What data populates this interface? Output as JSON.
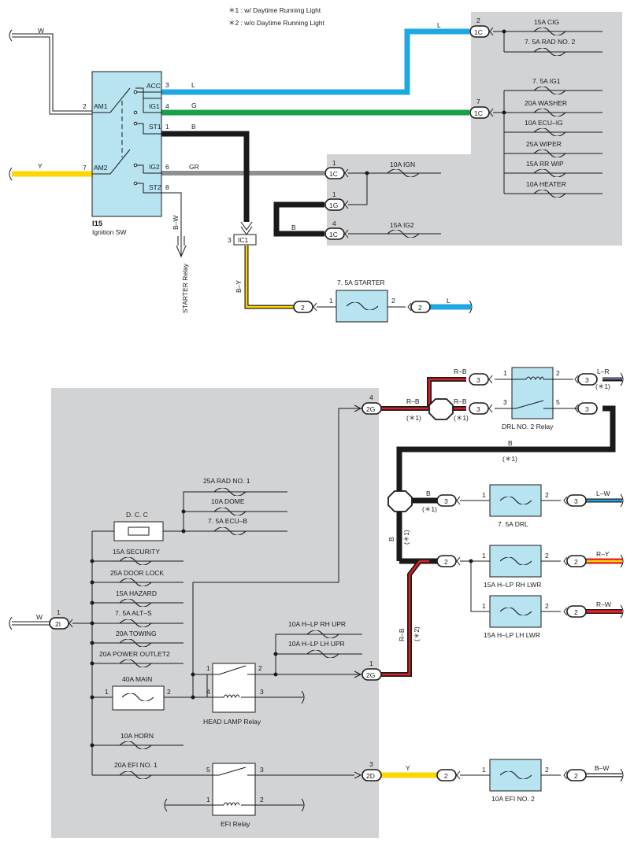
{
  "notes": [
    "＊1 : w/ Daytime Running Light",
    "＊2 : w/o Daytime Running Light"
  ],
  "ignition_switch": {
    "code": "I15",
    "name": "Ignition SW",
    "terminals": {
      "acc": "ACC",
      "ig1": "IG1",
      "st1": "ST1",
      "ig2": "IG2",
      "st2": "ST2",
      "am1": "AM1",
      "am2": "AM2",
      "p3": "3",
      "p4": "4",
      "p1": "1",
      "p6": "6",
      "p8": "8",
      "p2": "2",
      "p7": "7"
    }
  },
  "wire_colors": {
    "w": "W",
    "y": "Y",
    "l": "L",
    "g": "G",
    "b": "B",
    "gr": "GR",
    "bw": "B–W",
    "by": "B–Y",
    "lr": "L–R",
    "rb": "R–B",
    "lw": "L–W",
    "ry": "R–Y",
    "rw": "R–W"
  },
  "notes_marks": {
    "s1": "(＊1)",
    "s2": "(＊2)"
  },
  "connectors": {
    "c1c": "1C",
    "c1g": "1G",
    "c2": "2",
    "c3": "3",
    "c2g": "2G",
    "c2i": "2I",
    "c2d": "2D",
    "ic1": "IC1"
  },
  "pin_numbers": {
    "n1": "1",
    "n2": "2",
    "n3": "3",
    "n4": "4",
    "n5": "5",
    "n7": "7"
  },
  "fuses_top": [
    "15A CIG",
    "7. 5A RAD NO. 2",
    "7. 5A IG1",
    "20A WASHER",
    "10A ECU–IG",
    "25A WIPER",
    "15A RR WIP",
    "10A HEATER"
  ],
  "fuses_mid": [
    "10A IGN",
    "15A IG2"
  ],
  "starter_fuse": "7. 5A STARTER",
  "starter_relay": "STARTER Relay",
  "drl_relay": "DRL NO. 2 Relay",
  "drl_fuse": "7. 5A DRL",
  "hlp_rh": "15A H–LP RH LWR",
  "hlp_lh": "15A H–LP LH LWR",
  "junction_fuses": [
    "25A RAD NO. 1",
    "10A DOME",
    "7. 5A ECU–B"
  ],
  "dcc": "D. C. C",
  "left_fuses": [
    "15A SECURITY",
    "25A DOOR LOCK",
    "15A HAZARD",
    "7. 5A ALT–S",
    "20A TOWING",
    "20A POWER OUTLET2"
  ],
  "upr_fuses": [
    "10A H–LP RH UPR",
    "10A H–LP LH UPR"
  ],
  "main_fuse": "40A MAIN",
  "headlamp_relay": "HEAD LAMP Relay",
  "horn_fuse": "10A HORN",
  "efi1_fuse": "20A EFI NO. 1",
  "efi_relay": "EFI Relay",
  "efi2_fuse": "10A EFI NO. 2",
  "colors": {
    "panel": "#d2d3d5",
    "box": "#b8e4f2",
    "blue": "#1ea7e1",
    "green": "#19a047",
    "yellow": "#ffd700",
    "gray": "#8f8f8f",
    "red": "#e31e24",
    "black": "#1a1a1a"
  }
}
